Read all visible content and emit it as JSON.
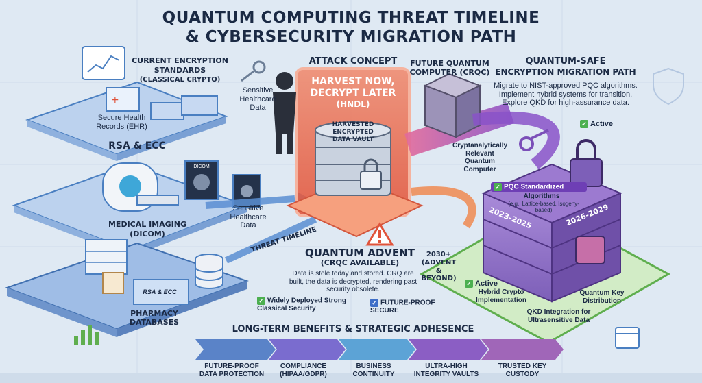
{
  "title": {
    "line1": "QUANTUM COMPUTING THREAT TIMELINE",
    "line2": "& CYBERSECURITY MIGRATION PATH"
  },
  "current": {
    "heading1": "CURRENT ENCRYPTION",
    "heading2": "STANDARDS",
    "heading3": "(CLASSICAL CRYPTO)",
    "ehr": "Secure Health Records (EHR)",
    "rsa_ecc": "RSA & ECC",
    "dicom_screen": "DICOM",
    "imaging1": "MEDICAL IMAGING",
    "imaging2": "(DICOM)",
    "pharmacy1": "PHARMACY",
    "pharmacy2": "DATABASES",
    "counter": "RSA & ECC"
  },
  "attack": {
    "heading": "ATTACK CONCEPT",
    "hndl1": "HARVEST NOW,",
    "hndl2": "DECRYPT LATER",
    "hndl3": "(HNDL)",
    "sensitive_top": "Sensitive Healthcare Data",
    "sensitive_mid": "Sensitive Healthcare Data",
    "vault1": "HARVESTED",
    "vault2": "ENCRYPTED",
    "vault3": "DATA VAULT",
    "threat_timeline": "THREAT TIMELINE"
  },
  "quantum": {
    "future1": "FUTURE QUANTUM",
    "future2": "COMPUTER (CRQC)",
    "cryptan": "Cryptanalytically Relevant Quantum Computer",
    "advent1": "QUANTUM ADVENT",
    "advent2": "(CRQC AVAILABLE)",
    "advent_desc": "Data is stole today and stored. CRQ are built, the data is decrypted, rendering past security obsolete.",
    "year1": "2030+",
    "year2": "(ADVENT",
    "year3": "& BEYOND)"
  },
  "migration": {
    "heading1": "QUANTUM-SAFE",
    "heading2": "ENCRYPTION MIGRATION PATH",
    "desc": "Migrate to NIST-approved PQC algorithms. Implement hybrid systems for transition. Explore QKD for high-assurance data.",
    "active": "Active",
    "pqc1": "PQC Standardized",
    "pqc2": "Algorithms",
    "pqc_eg": "(e.g., Lattice-based, Isogeny-based)",
    "yr_a": "2023-2025",
    "yr_b": "2026-2029",
    "hybrid_active": "Active",
    "hybrid": "Hybrid Crypto Implementation",
    "qkd_dist": "Quantum Key Distribution",
    "qkd_int": "QKD Integration for Ultrasensitive Data"
  },
  "legend": {
    "deployed": "Widely Deployed Strong Classical Security",
    "future_proof": "FUTURE-PROOF SECURE"
  },
  "benefits": {
    "heading": "LONG-TERM BENEFITS & STRATEGIC ADHESENCE",
    "items": [
      {
        "l1": "FUTURE-PROOF",
        "l2": "DATA PROTECTION"
      },
      {
        "l1": "COMPLIANCE",
        "l2": "(HIPAA/GDPR)"
      },
      {
        "l1": "BUSINESS",
        "l2": "CONTINUITY"
      },
      {
        "l1": "ULTRA-HIGH",
        "l2": "INTEGRITY VAULTS"
      },
      {
        "l1": "TRUSTED KEY",
        "l2": "CUSTODY"
      }
    ]
  },
  "colors": {
    "bg": "#dfe9f3",
    "classical_blue": "#4a7fc1",
    "threat_red": "#e0533a",
    "quantum_purple": "#7b4fb8",
    "safe_green": "#5fae4e",
    "ink": "#1b2a44"
  }
}
